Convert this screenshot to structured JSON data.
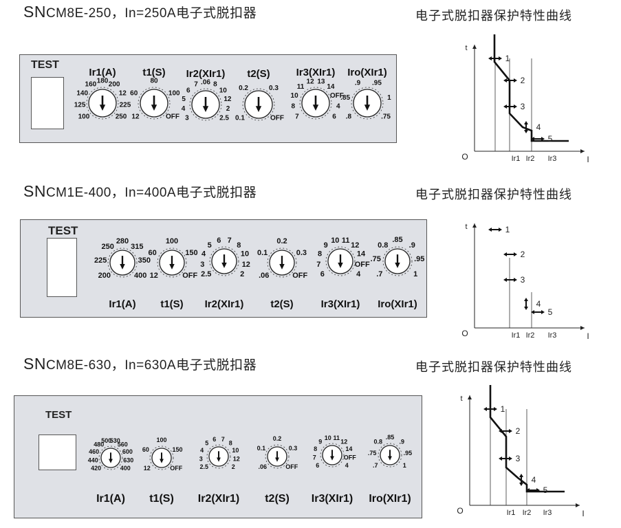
{
  "sections": [
    {
      "prefix": "SN",
      "model": "CM8E-250",
      "suffix": "，In=250A电子式脱扣器",
      "curve_title": "电子式脱扣器保护特性曲线",
      "test_label": "TEST",
      "knobs": [
        {
          "label": "Ir1(A)",
          "ticks": [
            "100",
            "125",
            "140",
            "160",
            "180",
            "200",
            "12",
            "225",
            "250"
          ]
        },
        {
          "label": "t1(S)",
          "ticks": [
            "12",
            "60",
            "80",
            "100",
            "OFF"
          ]
        },
        {
          "label": "Ir2(XIr1)",
          "ticks": [
            "3",
            "4",
            "5",
            "6",
            "7",
            ".06",
            "8",
            "10",
            "12",
            "2",
            "2.5"
          ]
        },
        {
          "label": "t2(S)",
          "ticks": [
            "0.1",
            "0.2",
            "0.3",
            "OFF"
          ]
        },
        {
          "label": "Ir3(XIr1)",
          "ticks": [
            "7",
            "8",
            "10",
            "11",
            "12",
            "13",
            "14",
            "OFF",
            "4",
            "6"
          ]
        },
        {
          "label": "Iro(XIr1)",
          "ticks": [
            ".8",
            ".85",
            ".9",
            ".95",
            "1",
            ".75"
          ]
        }
      ],
      "curve_labels": [
        "1",
        "2",
        "3",
        "4",
        "5"
      ],
      "axis": {
        "t": "t",
        "o": "O",
        "i": "I",
        "ir1": "Ir1",
        "ir2": "Ir2",
        "ir3": "Ir3"
      }
    },
    {
      "prefix": "SN",
      "model": "CM1E-400",
      "suffix": "，In=400A电子式脱扣器",
      "curve_title": "电子式脱扣器保护特性曲线",
      "test_label": "TEST",
      "knobs": [
        {
          "label": "Ir1(A)",
          "ticks": [
            "200",
            "225",
            "250",
            "280",
            "315",
            "350",
            "400"
          ]
        },
        {
          "label": "t1(S)",
          "ticks": [
            "12",
            "60",
            "100",
            "150",
            "OFF"
          ]
        },
        {
          "label": "Ir2(XIr1)",
          "ticks": [
            "2.5",
            "3",
            "4",
            "5",
            "6",
            "7",
            "8",
            "10",
            "12",
            "2"
          ]
        },
        {
          "label": "t2(S)",
          "ticks": [
            ".06",
            "0.1",
            "0.2",
            "0.3",
            "OFF"
          ]
        },
        {
          "label": "Ir3(XIr1)",
          "ticks": [
            "6",
            "7",
            "8",
            "9",
            "10",
            "11",
            "12",
            "14",
            "OFF",
            "4"
          ]
        },
        {
          "label": "Iro(XIr1)",
          "ticks": [
            ".7",
            ".75",
            "0.8",
            ".85",
            ".9",
            ".95",
            "1"
          ]
        }
      ],
      "curve_labels": [
        "1",
        "2",
        "3",
        "4",
        "5"
      ],
      "axis": {
        "t": "t",
        "o": "O",
        "i": "I",
        "ir1": "Ir1",
        "ir2": "Ir2",
        "ir3": "Ir3"
      }
    },
    {
      "prefix": "SN",
      "model": "CM8E-630",
      "suffix": "，In=630A电子式脱扣器",
      "curve_title": "电子式脱扣器保护特性曲线",
      "test_label": "TEST",
      "knobs": [
        {
          "label": "Ir1(A)",
          "ticks": [
            "420",
            "440",
            "460",
            "480",
            "500",
            "530",
            "560",
            "600",
            "630",
            "400"
          ]
        },
        {
          "label": "t1(S)",
          "ticks": [
            "12",
            "60",
            "100",
            "150",
            "OFF"
          ]
        },
        {
          "label": "Ir2(XIr1)",
          "ticks": [
            "2.5",
            "3",
            "4",
            "5",
            "6",
            "7",
            "8",
            "10",
            "12",
            "2"
          ]
        },
        {
          "label": "t2(S)",
          "ticks": [
            ".06",
            "0.1",
            "0.2",
            "0.3",
            "OFF"
          ]
        },
        {
          "label": "Ir3(XIr1)",
          "ticks": [
            "6",
            "7",
            "8",
            "9",
            "10",
            "11",
            "12",
            "14",
            "OFF",
            "4"
          ]
        },
        {
          "label": "Iro(XIr1)",
          "ticks": [
            ".7",
            ".75",
            "0.8",
            ".85",
            ".9",
            ".95",
            "1"
          ]
        }
      ],
      "curve_labels": [
        "1",
        "2",
        "3",
        "4",
        "5"
      ],
      "axis": {
        "t": "t",
        "o": "O",
        "i": "I",
        "ir1": "Ir1",
        "ir2": "Ir2",
        "ir3": "Ir3"
      }
    }
  ]
}
